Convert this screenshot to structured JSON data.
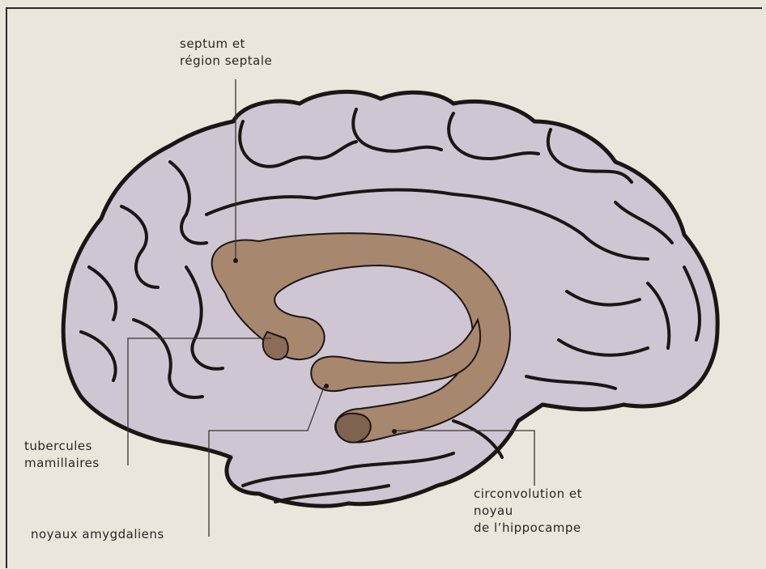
{
  "labels": {
    "septum": [
      "septum et",
      "région septale"
    ],
    "mamillaires": [
      "tubercules",
      "mamillaires"
    ],
    "amygdaliens": [
      "noyaux amygdaliens"
    ],
    "hippocampe": [
      "circonvolution et",
      "noyau",
      "de l’hippocampe"
    ]
  },
  "colors": {
    "background": "#eae6dc",
    "brain_fill": "#cfc6d3",
    "limbic_fill": "#a8876f",
    "outline": "#1b1614",
    "leader": "#3a3532"
  }
}
